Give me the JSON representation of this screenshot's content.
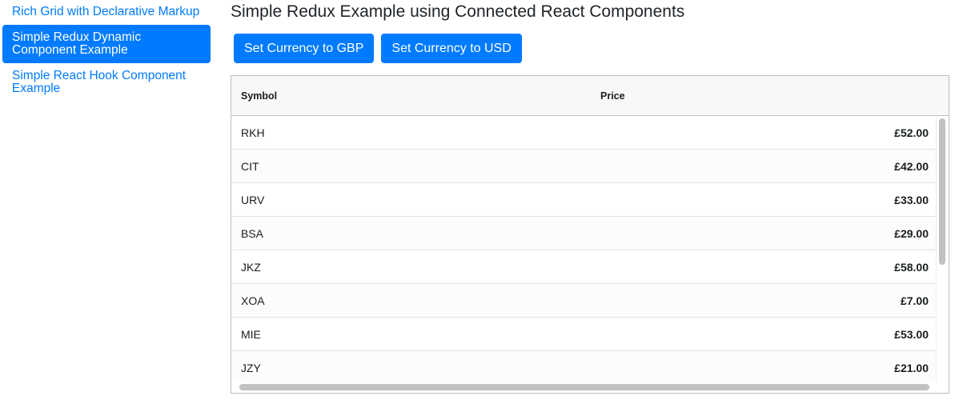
{
  "sidebar": {
    "items": [
      {
        "label": "Rich Grid with Declarative Markup",
        "active": false
      },
      {
        "label": "Simple Redux Dynamic Component Example",
        "active": true
      },
      {
        "label": "Simple React Hook Component Example",
        "active": false
      }
    ]
  },
  "main": {
    "title": "Simple Redux Example using Connected React Components",
    "buttons": {
      "gbp": "Set Currency to GBP",
      "usd": "Set Currency to USD"
    },
    "grid": {
      "columns": [
        "Symbol",
        "Price"
      ],
      "rows": [
        {
          "symbol": "RKH",
          "price": "£52.00"
        },
        {
          "symbol": "CIT",
          "price": "£42.00"
        },
        {
          "symbol": "URV",
          "price": "£33.00"
        },
        {
          "symbol": "BSA",
          "price": "£29.00"
        },
        {
          "symbol": "JKZ",
          "price": "£58.00"
        },
        {
          "symbol": "XOA",
          "price": "£7.00"
        },
        {
          "symbol": "MIE",
          "price": "£53.00"
        },
        {
          "symbol": "JZY",
          "price": "£21.00"
        }
      ]
    }
  },
  "colors": {
    "accent": "#007bff",
    "header_bg": "#f8f8f8",
    "border": "#babfc7"
  }
}
